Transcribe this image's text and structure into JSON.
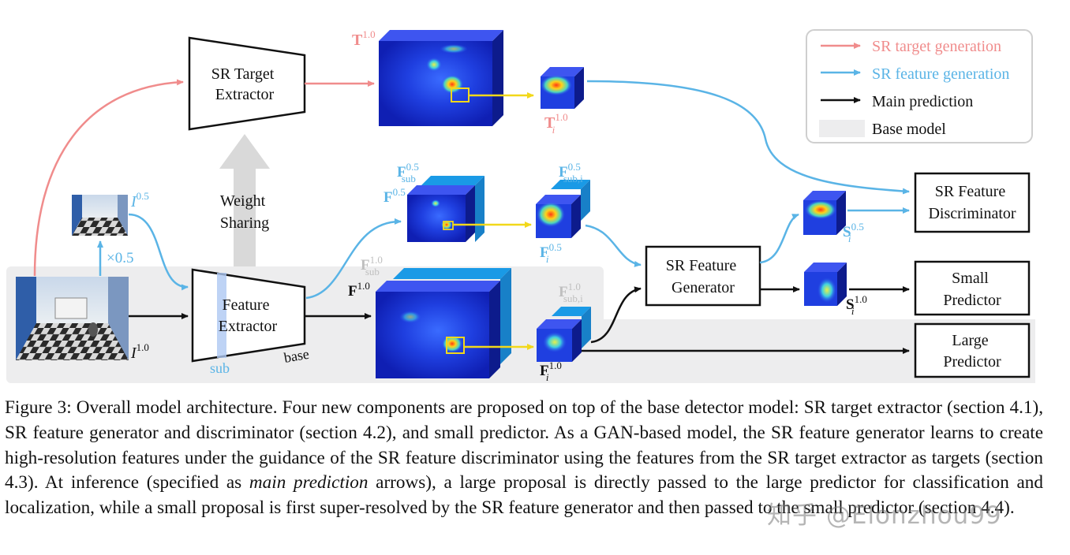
{
  "legend": {
    "items": [
      {
        "label": "SR target generation",
        "color": "#f08c8c"
      },
      {
        "label": "SR feature generation",
        "color": "#5ab4e6"
      },
      {
        "label": "Main prediction",
        "color": "#111111"
      },
      {
        "label": "Base model",
        "color": "#ededee"
      }
    ]
  },
  "modules": {
    "sr_target_extractor": [
      "SR Target",
      "Extractor"
    ],
    "feature_extractor": [
      "Feature",
      "Extractor"
    ],
    "sr_feature_generator": [
      "SR Feature",
      "Generator"
    ],
    "sr_feature_discriminator": [
      "SR Feature",
      "Discriminator"
    ],
    "small_predictor": [
      "Small",
      "Predictor"
    ],
    "large_predictor": [
      "Large",
      "Predictor"
    ]
  },
  "labels": {
    "weight_sharing": [
      "Weight",
      "Sharing"
    ],
    "scale": "×0.5",
    "sub": "sub",
    "base": "base"
  },
  "tensor_labels": {
    "T": {
      "base": "T",
      "sup": "1.0"
    },
    "Ti": {
      "base": "T",
      "sub": "i",
      "sup": "1.0"
    },
    "I05": {
      "base": "I",
      "sup": "0.5"
    },
    "I10": {
      "base": "I",
      "sup": "1.0"
    },
    "Fsub05": {
      "base": "F",
      "sub": "sub",
      "sup": "0.5"
    },
    "F05": {
      "base": "F",
      "sup": "0.5"
    },
    "Fsubi05": {
      "base": "F",
      "sub": "sub,i",
      "sup": "0.5"
    },
    "Fi05": {
      "base": "F",
      "sub": "i",
      "sup": "0.5"
    },
    "Fsub10": {
      "base": "F",
      "sub": "sub",
      "sup": "1.0"
    },
    "F10": {
      "base": "F",
      "sup": "1.0"
    },
    "Fsubi10": {
      "base": "F",
      "sub": "sub,i",
      "sup": "1.0"
    },
    "Fi10": {
      "base": "F",
      "sub": "i",
      "sup": "1.0"
    },
    "Si05": {
      "base": "S",
      "sub": "i",
      "sup": "0.5"
    },
    "Si10": {
      "base": "S",
      "sub": "i",
      "sup": "1.0"
    }
  },
  "caption": {
    "figure_label": "Figure 3:",
    "text_before_italic": " Overall model architecture. Four new components are proposed on top of the base detector model: SR target extractor (section 4.1), SR feature generator and discriminator (section 4.2), and small predictor. As a GAN-based model, the SR feature generator learns to create high-resolution features under the guidance of the SR feature discriminator using the features from the SR target extractor as targets (section 4.3). At inference (specified as ",
    "italic": "main prediction",
    "text_after_italic": " arrows), a large proposal is directly passed to the large predictor for classification and localization, while a small proposal is first super-resolved by the SR feature generator and then passed to the small predictor (section 4.4)."
  },
  "watermark": "知乎 @Elonzhou99"
}
